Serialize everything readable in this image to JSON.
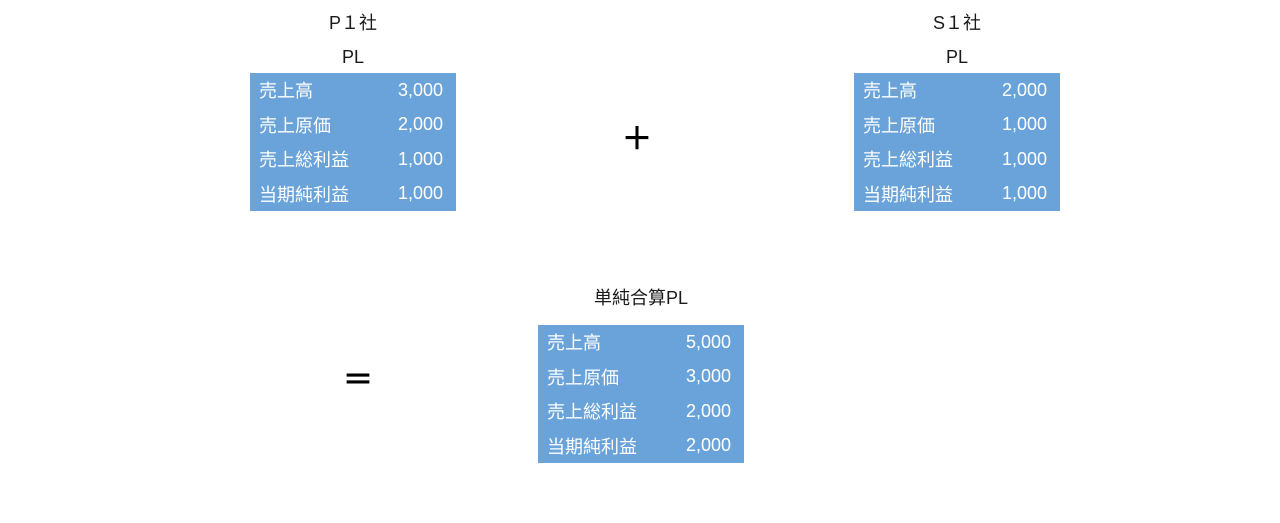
{
  "colors": {
    "background": "#FFFFFF",
    "table_fill": "#69A3D9",
    "table_text": "#FFFFFF",
    "title_text": "#1A1A1A",
    "operator_text": "#000000"
  },
  "operators": {
    "plus": "＋",
    "equals": "＝"
  },
  "tables": {
    "p1": {
      "company": "P１社",
      "subtitle": "PL",
      "rows": [
        {
          "label": "売上高",
          "value": "3,000"
        },
        {
          "label": "売上原価",
          "value": "2,000"
        },
        {
          "label": "売上総利益",
          "value": "1,000"
        },
        {
          "label": "当期純利益",
          "value": "1,000"
        }
      ]
    },
    "s1": {
      "company": "S１社",
      "subtitle": "PL",
      "rows": [
        {
          "label": "売上高",
          "value": "2,000"
        },
        {
          "label": "売上原価",
          "value": "1,000"
        },
        {
          "label": "売上総利益",
          "value": "1,000"
        },
        {
          "label": "当期純利益",
          "value": "1,000"
        }
      ]
    },
    "combined": {
      "title": "単純合算PL",
      "rows": [
        {
          "label": "売上高",
          "value": "5,000"
        },
        {
          "label": "売上原価",
          "value": "3,000"
        },
        {
          "label": "売上総利益",
          "value": "2,000"
        },
        {
          "label": "当期純利益",
          "value": "2,000"
        }
      ]
    }
  }
}
